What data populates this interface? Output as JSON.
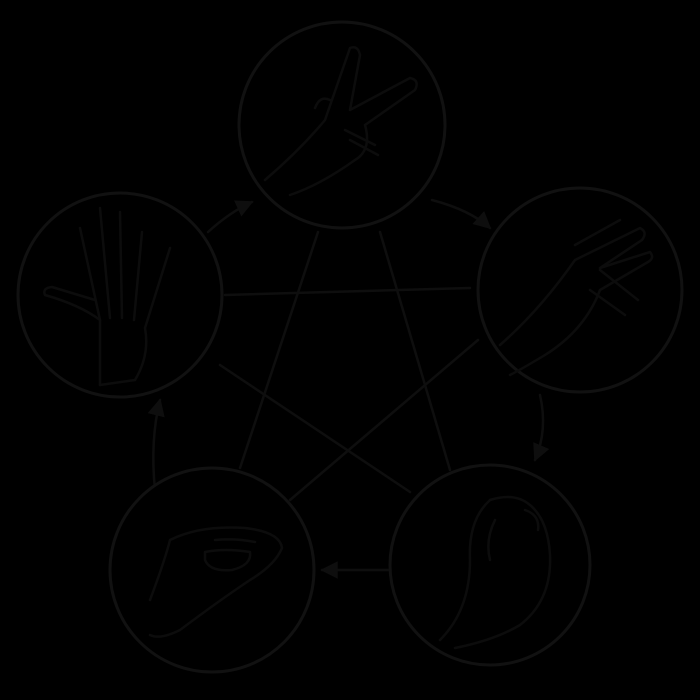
{
  "diagram": {
    "kind": "five-gesture cycle",
    "background_color": "#000000",
    "line_color": "#111111",
    "nodes": [
      {
        "id": "top",
        "icon": "spock-hand-icon"
      },
      {
        "id": "right",
        "icon": "paper-hand-icon"
      },
      {
        "id": "bottom-right",
        "icon": "rock-fist-icon"
      },
      {
        "id": "bottom-left",
        "icon": "lizard-hand-icon"
      },
      {
        "id": "left",
        "icon": "open-hand-icon"
      }
    ],
    "edges": [
      {
        "from": "top",
        "to": "right"
      },
      {
        "from": "right",
        "to": "bottom-right"
      },
      {
        "from": "bottom-right",
        "to": "bottom-left"
      },
      {
        "from": "bottom-left",
        "to": "left"
      },
      {
        "from": "left",
        "to": "top"
      },
      {
        "from": "top",
        "to": "bottom-left"
      },
      {
        "from": "top",
        "to": "bottom-right"
      },
      {
        "from": "right",
        "to": "left"
      },
      {
        "from": "right",
        "to": "bottom-left"
      },
      {
        "from": "left",
        "to": "bottom-right"
      }
    ]
  }
}
